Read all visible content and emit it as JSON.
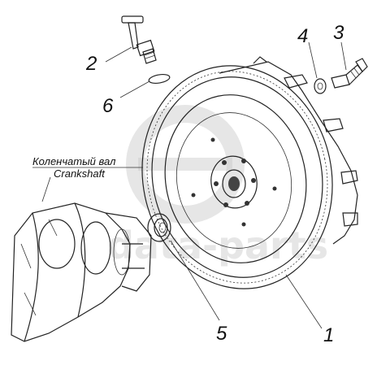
{
  "callouts": {
    "c1": "1",
    "c2": "2",
    "c3": "3",
    "c4": "4",
    "c5": "5",
    "c6": "6"
  },
  "crankshaft": {
    "label_ru": "Коленчатый вал",
    "label_en": "Crankshaft"
  },
  "watermark": {
    "text": "data-parts"
  }
}
